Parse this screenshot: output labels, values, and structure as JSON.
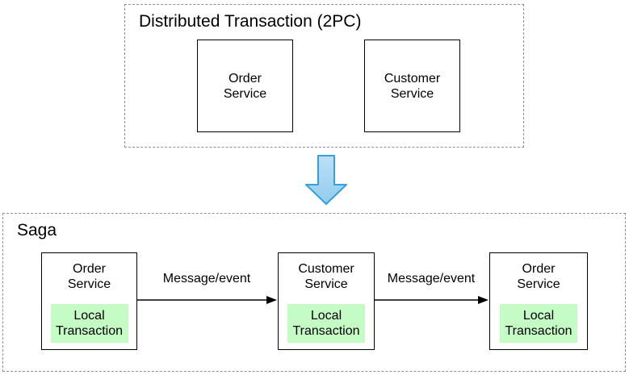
{
  "diagram": {
    "top_group": {
      "title": "Distributed Transaction (2PC)",
      "nodes": [
        {
          "label": "Order\nService"
        },
        {
          "label": "Customer\nService"
        }
      ]
    },
    "bottom_group": {
      "title": "Saga",
      "nodes": [
        {
          "label": "Order\nService",
          "sub_label": "Local\nTransaction"
        },
        {
          "label": "Customer\nService",
          "sub_label": "Local\nTransaction"
        },
        {
          "label": "Order\nService",
          "sub_label": "Local\nTransaction"
        }
      ],
      "edges": [
        {
          "label": "Message/event"
        },
        {
          "label": "Message/event"
        }
      ]
    },
    "colors": {
      "local_transaction_fill": "#C5FBC5",
      "down_arrow_fill_top": "#BCE0F6",
      "down_arrow_fill_bottom": "#92CBEE",
      "down_arrow_stroke": "#35A0DC",
      "group_border": "#8F8F8F",
      "node_border": "#000000"
    }
  }
}
